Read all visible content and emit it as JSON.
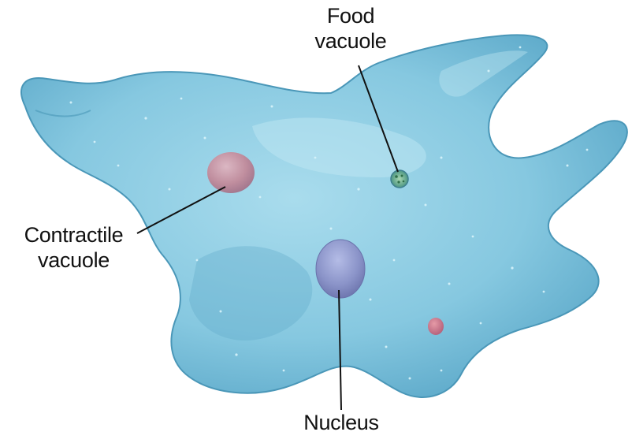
{
  "labels": {
    "food_vacuole": [
      "Food",
      "vacuole"
    ],
    "contractile_vacuole": [
      "Contractile",
      "vacuole"
    ],
    "nucleus": "Nucleus"
  },
  "colors": {
    "cytoplasm": "#7cc3dd",
    "cytoplasm_dark": "#4b9fc0",
    "contractile_vacuole": "#c98a99",
    "nucleus": "#8a93c8",
    "food_vacuole": "#5aa08a",
    "leader_line": "#111111"
  }
}
